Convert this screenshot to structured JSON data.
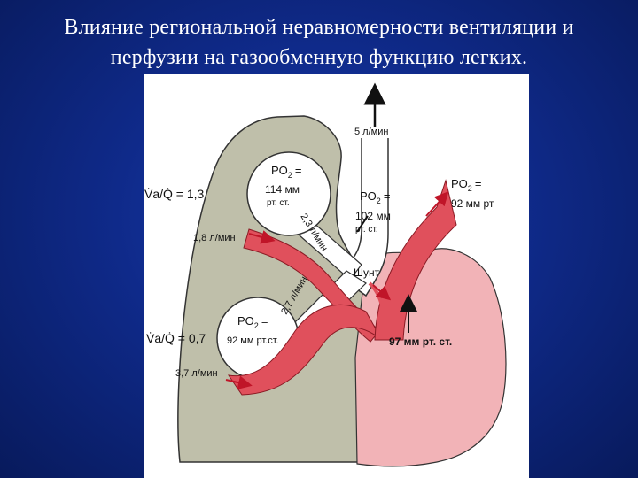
{
  "slide": {
    "title_line1": "Влияние региональной неравномерности вентиляции и",
    "title_line2": "перфузии на газообменную функцию легких."
  },
  "diagram": {
    "flow_out": "5 л/мин",
    "upper_alveolus": {
      "va_q": "V̇a/Q̇ = 1,3",
      "po2_label": "PO",
      "po2_sub": "2",
      "po2_eq": "=",
      "po2_value": "114 мм",
      "po2_unit": "рт. ст.",
      "blood_flow": "1,8 л/мин",
      "ventilation": "2,3 л/мин"
    },
    "lower_alveolus": {
      "va_q": "V̇a/Q̇ = 0,7",
      "po2_label": "PO",
      "po2_sub": "2",
      "po2_eq": "=",
      "po2_value": "92 мм рт.ст.",
      "blood_flow": "3,7 л/мин",
      "ventilation": "2,7 л/мин"
    },
    "trachea_po2": {
      "label": "PO",
      "sub": "2",
      "eq": "=",
      "value": "102 мм",
      "unit": "рт. ст."
    },
    "aorta_po2": {
      "label": "PO",
      "sub": "2",
      "eq": "=",
      "value": "92 мм рт"
    },
    "shunt": "Шунт",
    "mixed_po2": "97 мм рт. ст.",
    "colors": {
      "lung": "#bfbfaa",
      "heart": "#f2b3b7",
      "vessel": "#e0505c",
      "alveolus": "#ffffff",
      "title_bg": "#0f2a8a"
    }
  }
}
